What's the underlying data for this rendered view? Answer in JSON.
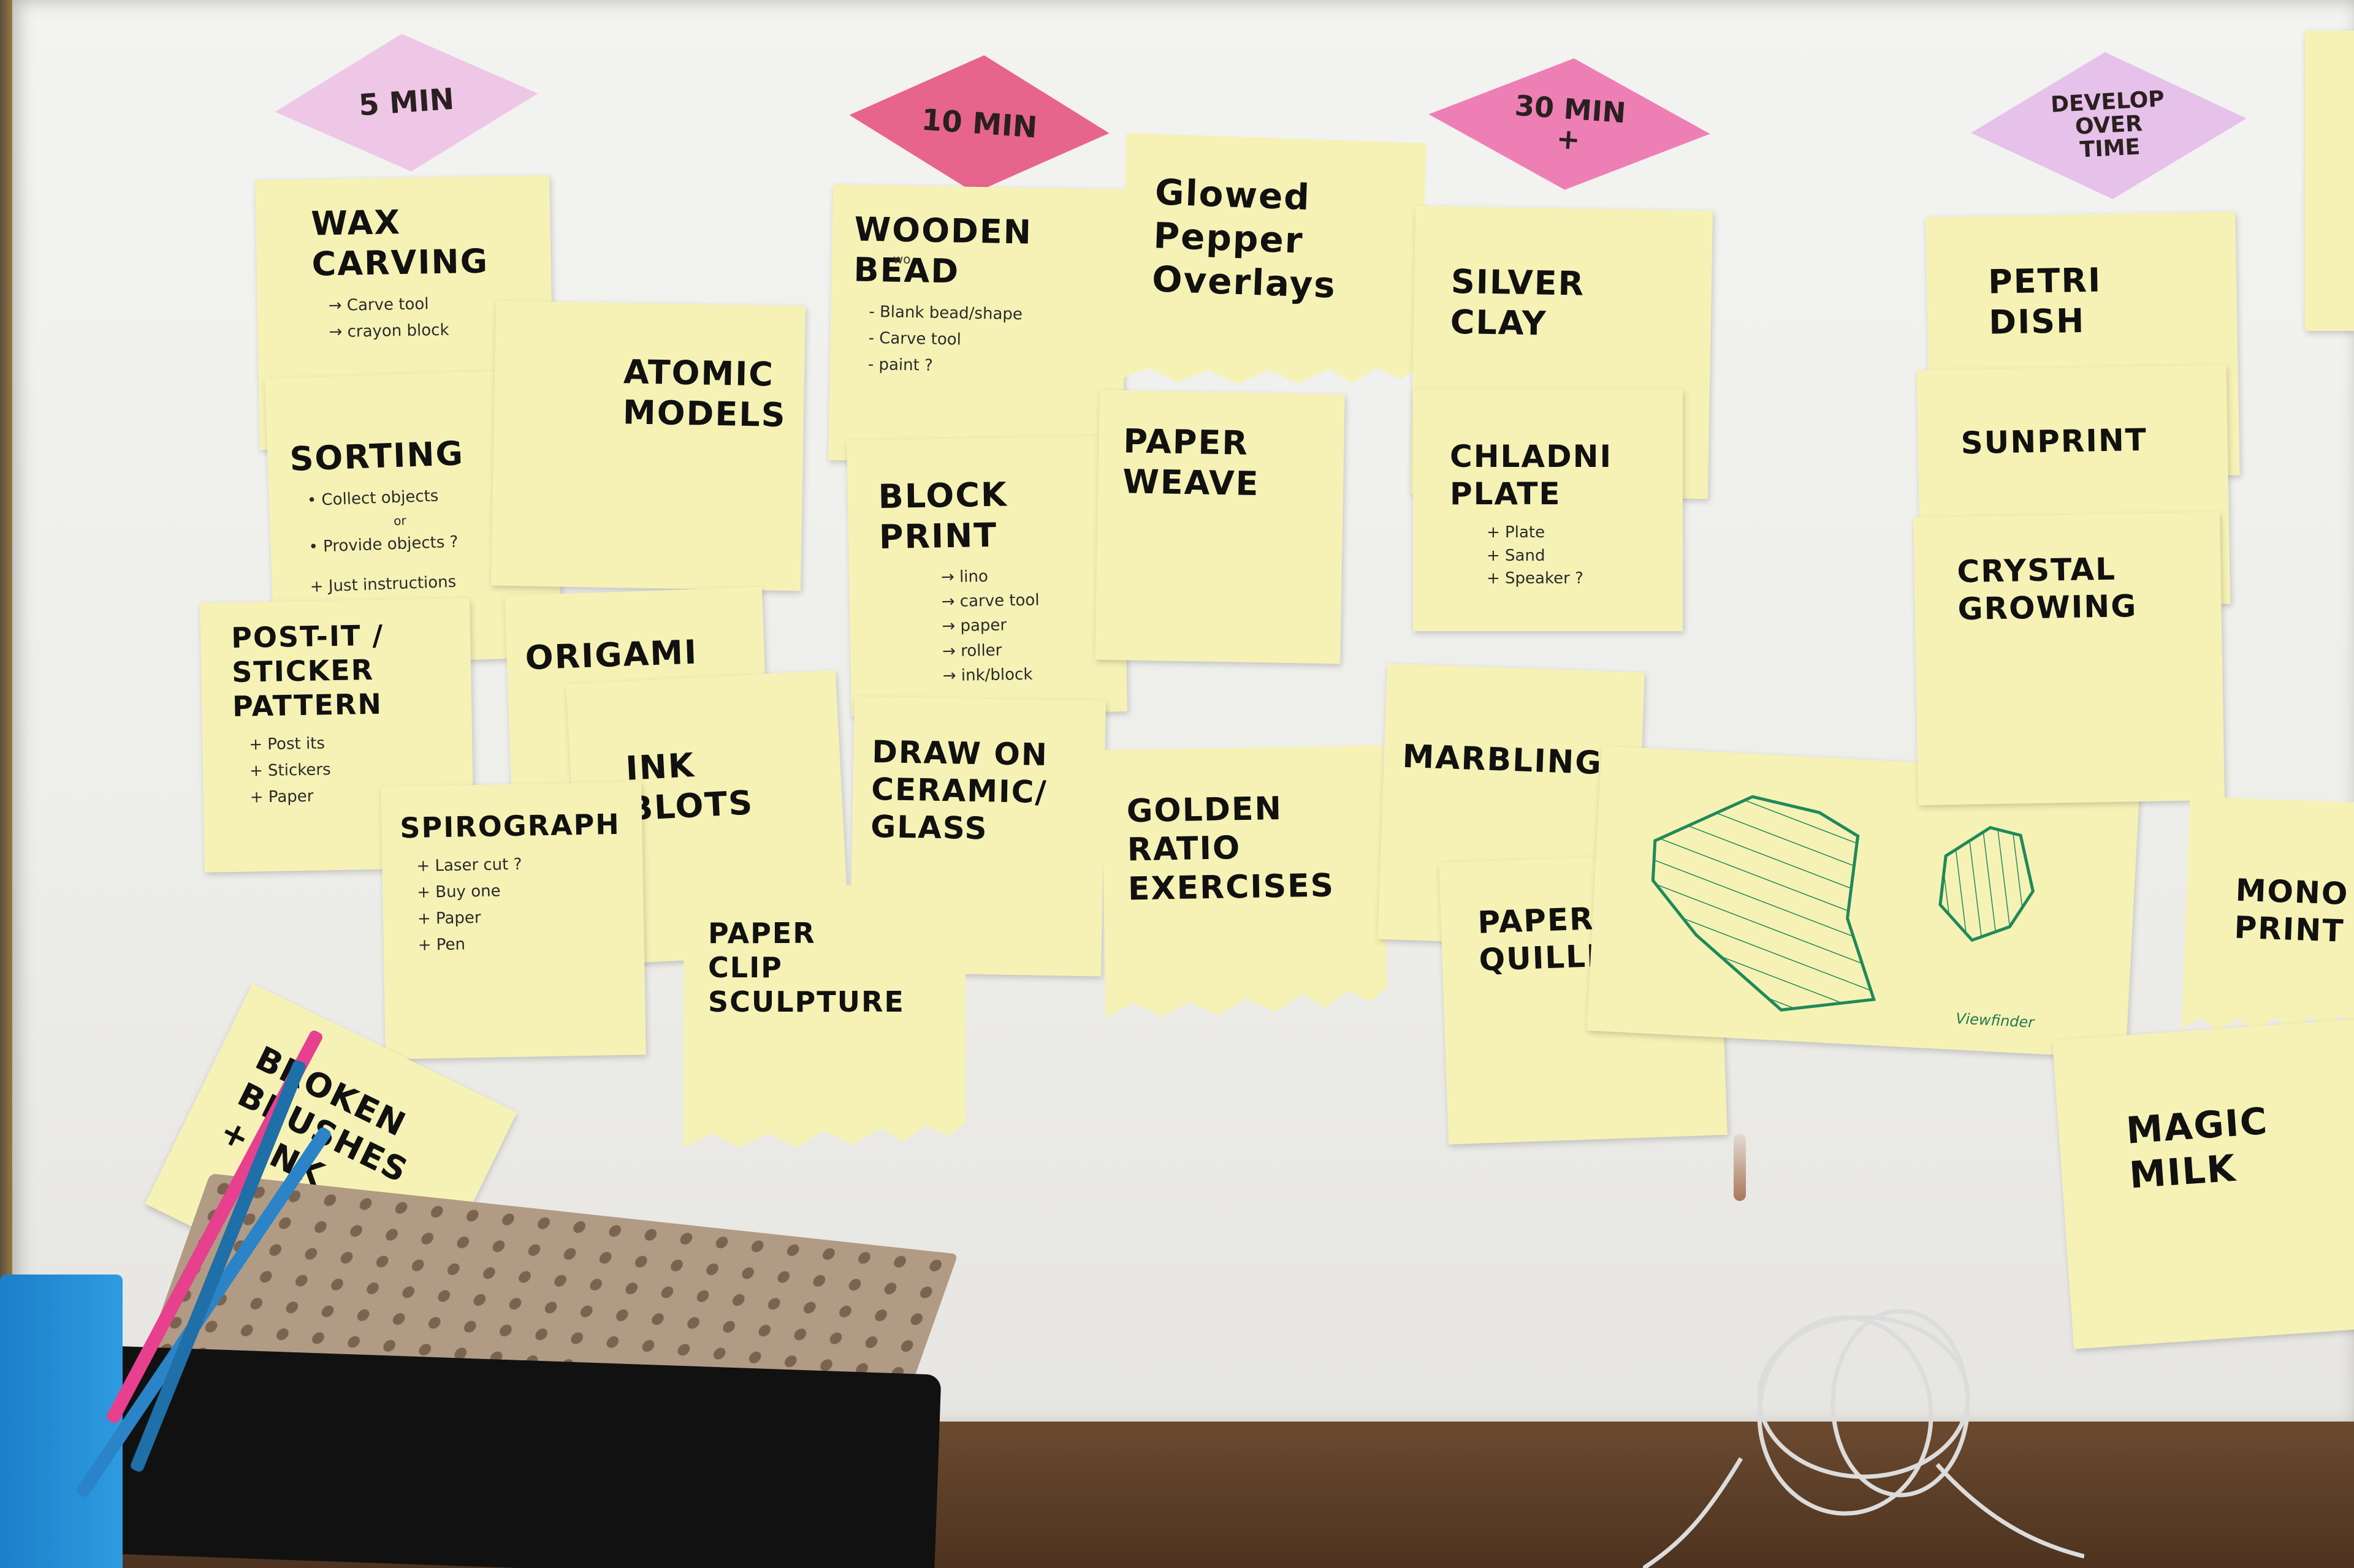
{
  "headers": [
    {
      "lines": [
        "5 MIN"
      ],
      "color": "#efc7e6"
    },
    {
      "lines": [
        "10 MIN"
      ],
      "color": "#e7648e"
    },
    {
      "lines": [
        "30 MIN",
        "+"
      ],
      "color": "#ee7fb5"
    },
    {
      "lines": [
        "DEVELOP",
        "OVER",
        "TIME"
      ],
      "color": "#e6c1ea"
    }
  ],
  "notes": [
    {
      "title": "WAX\nCARVING",
      "items": [
        "→ Carve tool",
        "→ crayon block"
      ]
    },
    {
      "title": "ATOMIC\nMODELS",
      "items": []
    },
    {
      "title": "SORTING",
      "items": [
        "• Collect objects",
        "or",
        "• Provide objects ?",
        "+ Just instructions"
      ]
    },
    {
      "title": "POST-IT /\nSTICKER\nPATTERN",
      "items": [
        "+ Post its",
        "+ Stickers",
        "+ Paper"
      ]
    },
    {
      "title": "ORIGAMI",
      "items": []
    },
    {
      "title": "INK\nBLOTS",
      "items": []
    },
    {
      "title": "SPIROGRAPH",
      "items": [
        "+ Laser cut ?",
        "+ Buy one",
        "+ Paper",
        "+ Pen"
      ]
    },
    {
      "title": "BROKEN\nBRUSHES\n+ INK",
      "items": []
    },
    {
      "title": "WOODEN\nBEAD",
      "annotation": "wo",
      "items": [
        "- Blank bead/shape",
        "- Carve tool",
        "- paint ?"
      ]
    },
    {
      "title": "Glowed\nPepper\nOverlays",
      "items": []
    },
    {
      "title": "BLOCK\nPRINT",
      "items": [
        "→ lino",
        "→ carve tool",
        "→ paper",
        "→ roller",
        "→ ink/block"
      ]
    },
    {
      "title": "PAPER\nWEAVE",
      "items": []
    },
    {
      "title": "DRAW ON\nCERAMIC/\nGLASS",
      "items": []
    },
    {
      "title": "PAPER\nCLIP\nSCULPTURE",
      "items": []
    },
    {
      "title": "GOLDEN\nRATIO\nEXERCISES",
      "items": []
    },
    {
      "title": "SILVER\nCLAY",
      "items": []
    },
    {
      "title": "CHLADNI\nPLATE",
      "items": [
        "+ Plate",
        "+ Sand",
        "+ Speaker ?"
      ]
    },
    {
      "title": "MARBLING",
      "items": []
    },
    {
      "title": "PAPER\nQUILLING",
      "items": []
    },
    {
      "title": "",
      "caption": "Viewfinder",
      "items": []
    },
    {
      "title": "PETRI\nDISH",
      "items": []
    },
    {
      "title": "SUNPRINT",
      "items": []
    },
    {
      "title": "CRYSTAL\nGROWING",
      "items": []
    },
    {
      "title": "MONO\nPRINT",
      "items": []
    },
    {
      "title": "MAGIC\nMILK",
      "items": []
    }
  ],
  "colors": {
    "note": "#f6f2b6",
    "board": "#efefec",
    "ink": "#111111"
  }
}
